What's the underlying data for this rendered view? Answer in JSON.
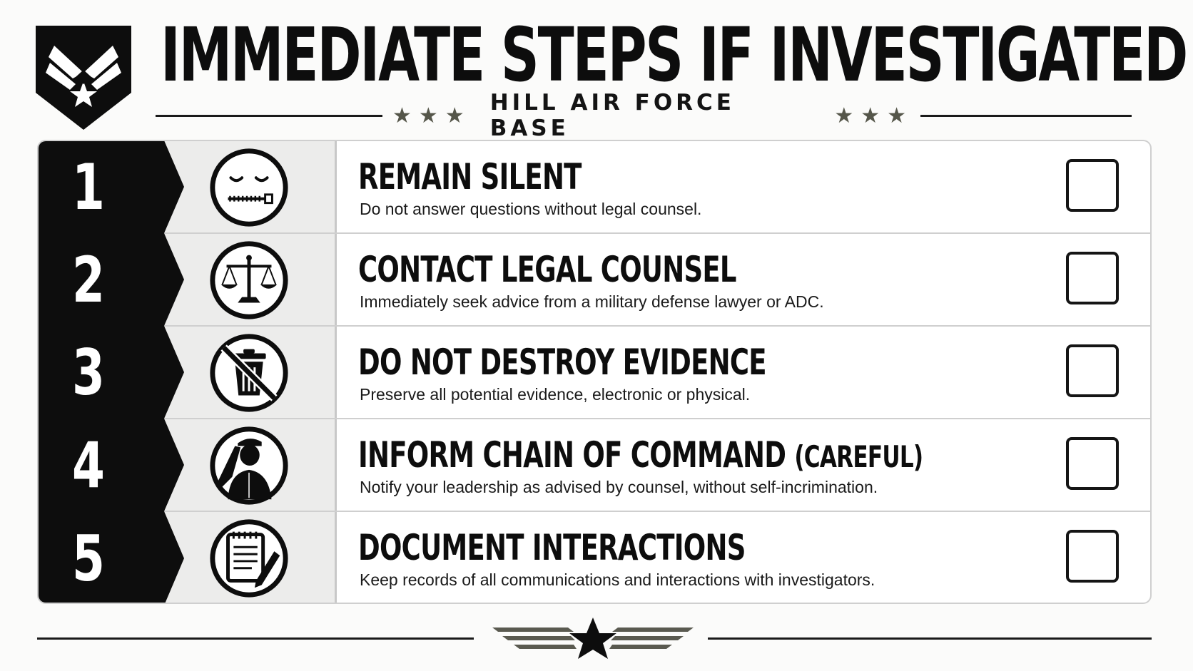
{
  "header": {
    "title": "IMMEDIATE STEPS IF INVESTIGATED",
    "subtitle": "HILL AIR FORCE BASE",
    "stars_left": "★★★",
    "stars_right": "★★★"
  },
  "steps": [
    {
      "number": "1",
      "title": "REMAIN SILENT",
      "title_extra": "",
      "description": "Do not answer questions without legal counsel.",
      "icon": "zipped-mouth-face-icon",
      "checked": false
    },
    {
      "number": "2",
      "title": "CONTACT LEGAL COUNSEL",
      "title_extra": "",
      "description": "Immediately seek advice from a military defense lawyer or ADC.",
      "icon": "scales-of-justice-icon",
      "checked": false
    },
    {
      "number": "3",
      "title": "DO NOT DESTROY EVIDENCE",
      "title_extra": "",
      "description": "Preserve all potential evidence, electronic or physical.",
      "icon": "no-trash-icon",
      "checked": false
    },
    {
      "number": "4",
      "title": "INFORM CHAIN OF COMMAND ",
      "title_extra": "(CAREFUL)",
      "description": "Notify your leadership as advised by counsel, without self-incrimination.",
      "icon": "saluting-soldier-icon",
      "checked": false
    },
    {
      "number": "5",
      "title": "DOCUMENT INTERACTIONS",
      "title_extra": "",
      "description": "Keep records of all communications and interactions with investigators.",
      "icon": "notepad-pen-icon",
      "checked": false
    }
  ],
  "colors": {
    "ink": "#0d0d0d",
    "icon_panel": "#ececeb",
    "star_olive": "#55564a"
  }
}
